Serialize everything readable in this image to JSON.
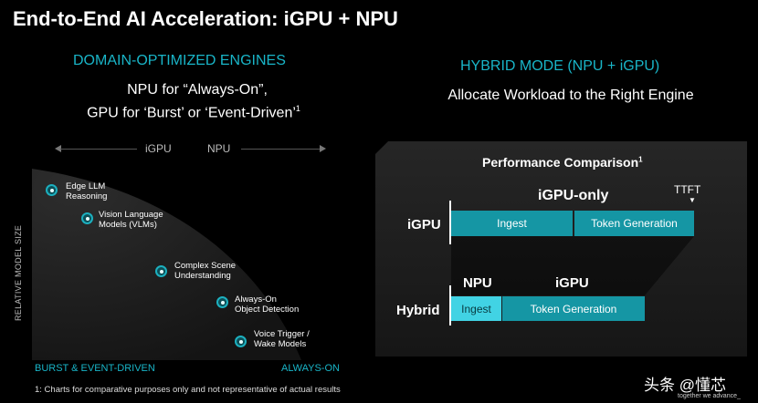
{
  "title": "End-to-End AI Acceleration: iGPU + NPU",
  "left": {
    "heading": "DOMAIN-OPTIMIZED ENGINES",
    "subtitle_line1": "NPU for “Always-On”,",
    "subtitle_line2": "GPU for ‘Burst’ or ‘Event-Driven’",
    "subtitle_sup": "1",
    "axis_igpu": "iGPU",
    "axis_npu": "NPU",
    "y_label": "RELATIVE MODEL SIZE",
    "x_left": "BURST & EVENT-DRIVEN",
    "x_right": "ALWAYS-ON",
    "points": [
      {
        "label": "Edge LLM\nReasoning"
      },
      {
        "label": "Vision Language\nModels (VLMs)"
      },
      {
        "label": "Complex Scene\nUnderstanding"
      },
      {
        "label": "Always-On\nObject Detection"
      },
      {
        "label": "Voice Trigger /\nWake Models"
      }
    ],
    "footnote": "1: Charts for comparative purposes only and not representative of actual results"
  },
  "right": {
    "heading": "HYBRID MODE (NPU + iGPU)",
    "subtitle": "Allocate Workload to the Right Engine",
    "panel_title": "Performance Comparison",
    "panel_sup": "1",
    "igpu_only": "iGPU-only",
    "ttft": "TTFT",
    "row1_label": "iGPU",
    "row1_ingest": "Ingest",
    "row1_gen": "Token Generation",
    "npu_head": "NPU",
    "igpu_head": "iGPU",
    "row2_label": "Hybrid",
    "row2_ingest": "Ingest",
    "row2_gen": "Token Generation"
  },
  "watermark": {
    "main": "头条 @懂芯",
    "sub": "together we advance_"
  }
}
